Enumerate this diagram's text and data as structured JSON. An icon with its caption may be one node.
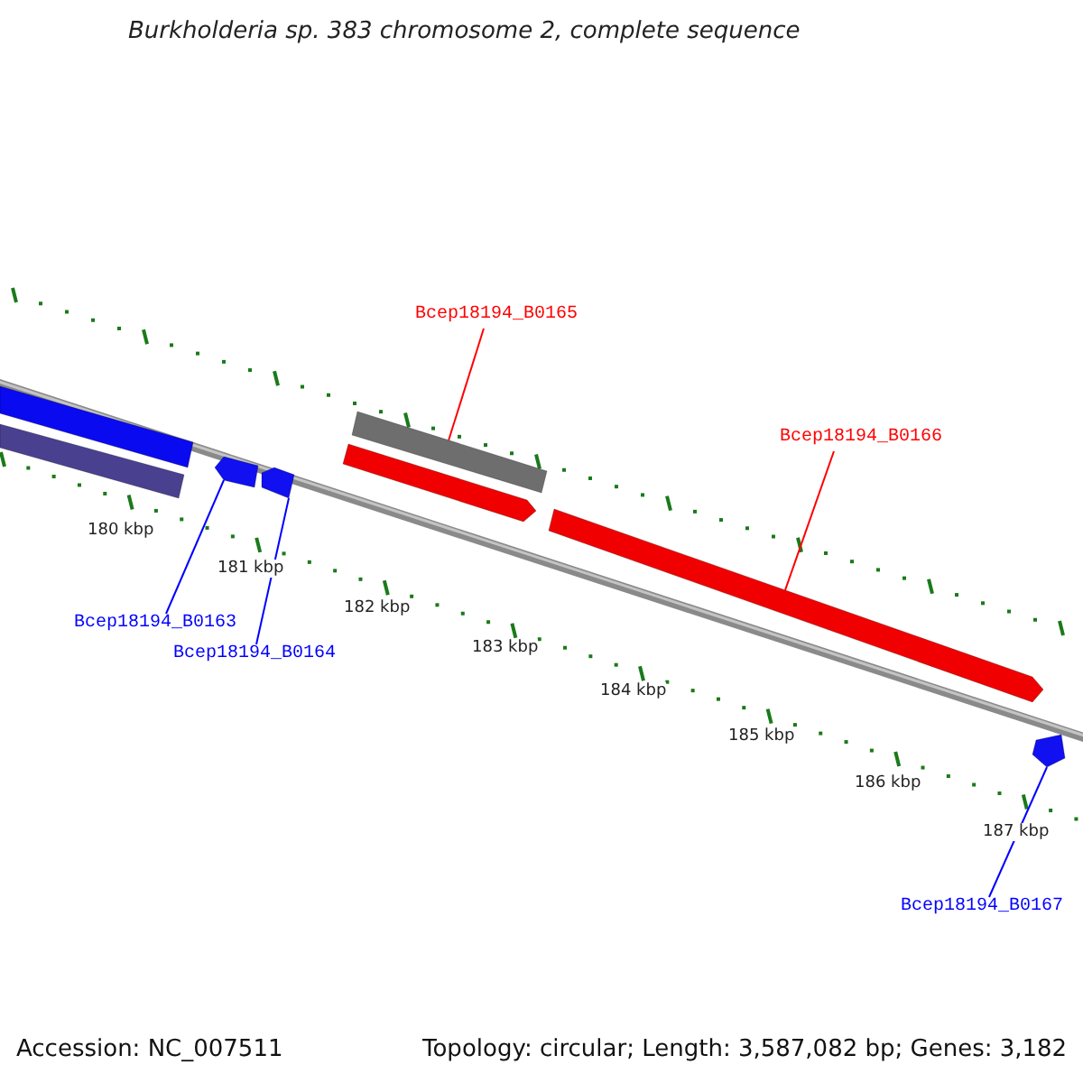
{
  "diagram": {
    "title": "Burkholderia sp. 383 chromosome 2, complete sequence",
    "nodes": [
      {
        "text": [
          "Bcep18194_B0165"
        ]
      },
      {
        "text": [
          "Bcep18194_B0166"
        ]
      },
      {
        "text": [
          "Bcep18194_B0163"
        ]
      },
      {
        "text": [
          "Bcep18194_B0164"
        ]
      },
      {
        "text": [
          "Bcep18194_B0167"
        ]
      },
      {
        "text": [],
        "shape": "bar"
      },
      {
        "text": [],
        "shape": "bar"
      },
      {
        "text": [],
        "shape": "arrow"
      },
      {
        "text": [],
        "shape": "arrow"
      },
      {
        "text": [],
        "shape": "bar"
      },
      {
        "text": [],
        "shape": "arrow"
      },
      {
        "text": [],
        "shape": "arrow"
      },
      {
        "text": [],
        "shape": "arrow"
      }
    ],
    "edges": [
      {
        "from": 0,
        "to": 9,
        "arrow": "none",
        "color": "#ff0000"
      },
      {
        "from": 1,
        "to": 11,
        "arrow": "none",
        "color": "#ff0000"
      },
      {
        "from": 2,
        "to": 7,
        "arrow": "none"
      },
      {
        "from": 3,
        "to": 8,
        "arrow": "none"
      },
      {
        "from": 4,
        "to": 12,
        "arrow": "none"
      }
    ],
    "labels": [
      "180 kbp",
      "181 kbp",
      "182 kbp",
      "183 kbp",
      "184 kbp",
      "185 kbp",
      "186 kbp",
      "187 kbp",
      "Accession: NC_007511",
      "Topology: circular; Length: 3,587,082 bp; Genes: 3,182"
    ]
  }
}
